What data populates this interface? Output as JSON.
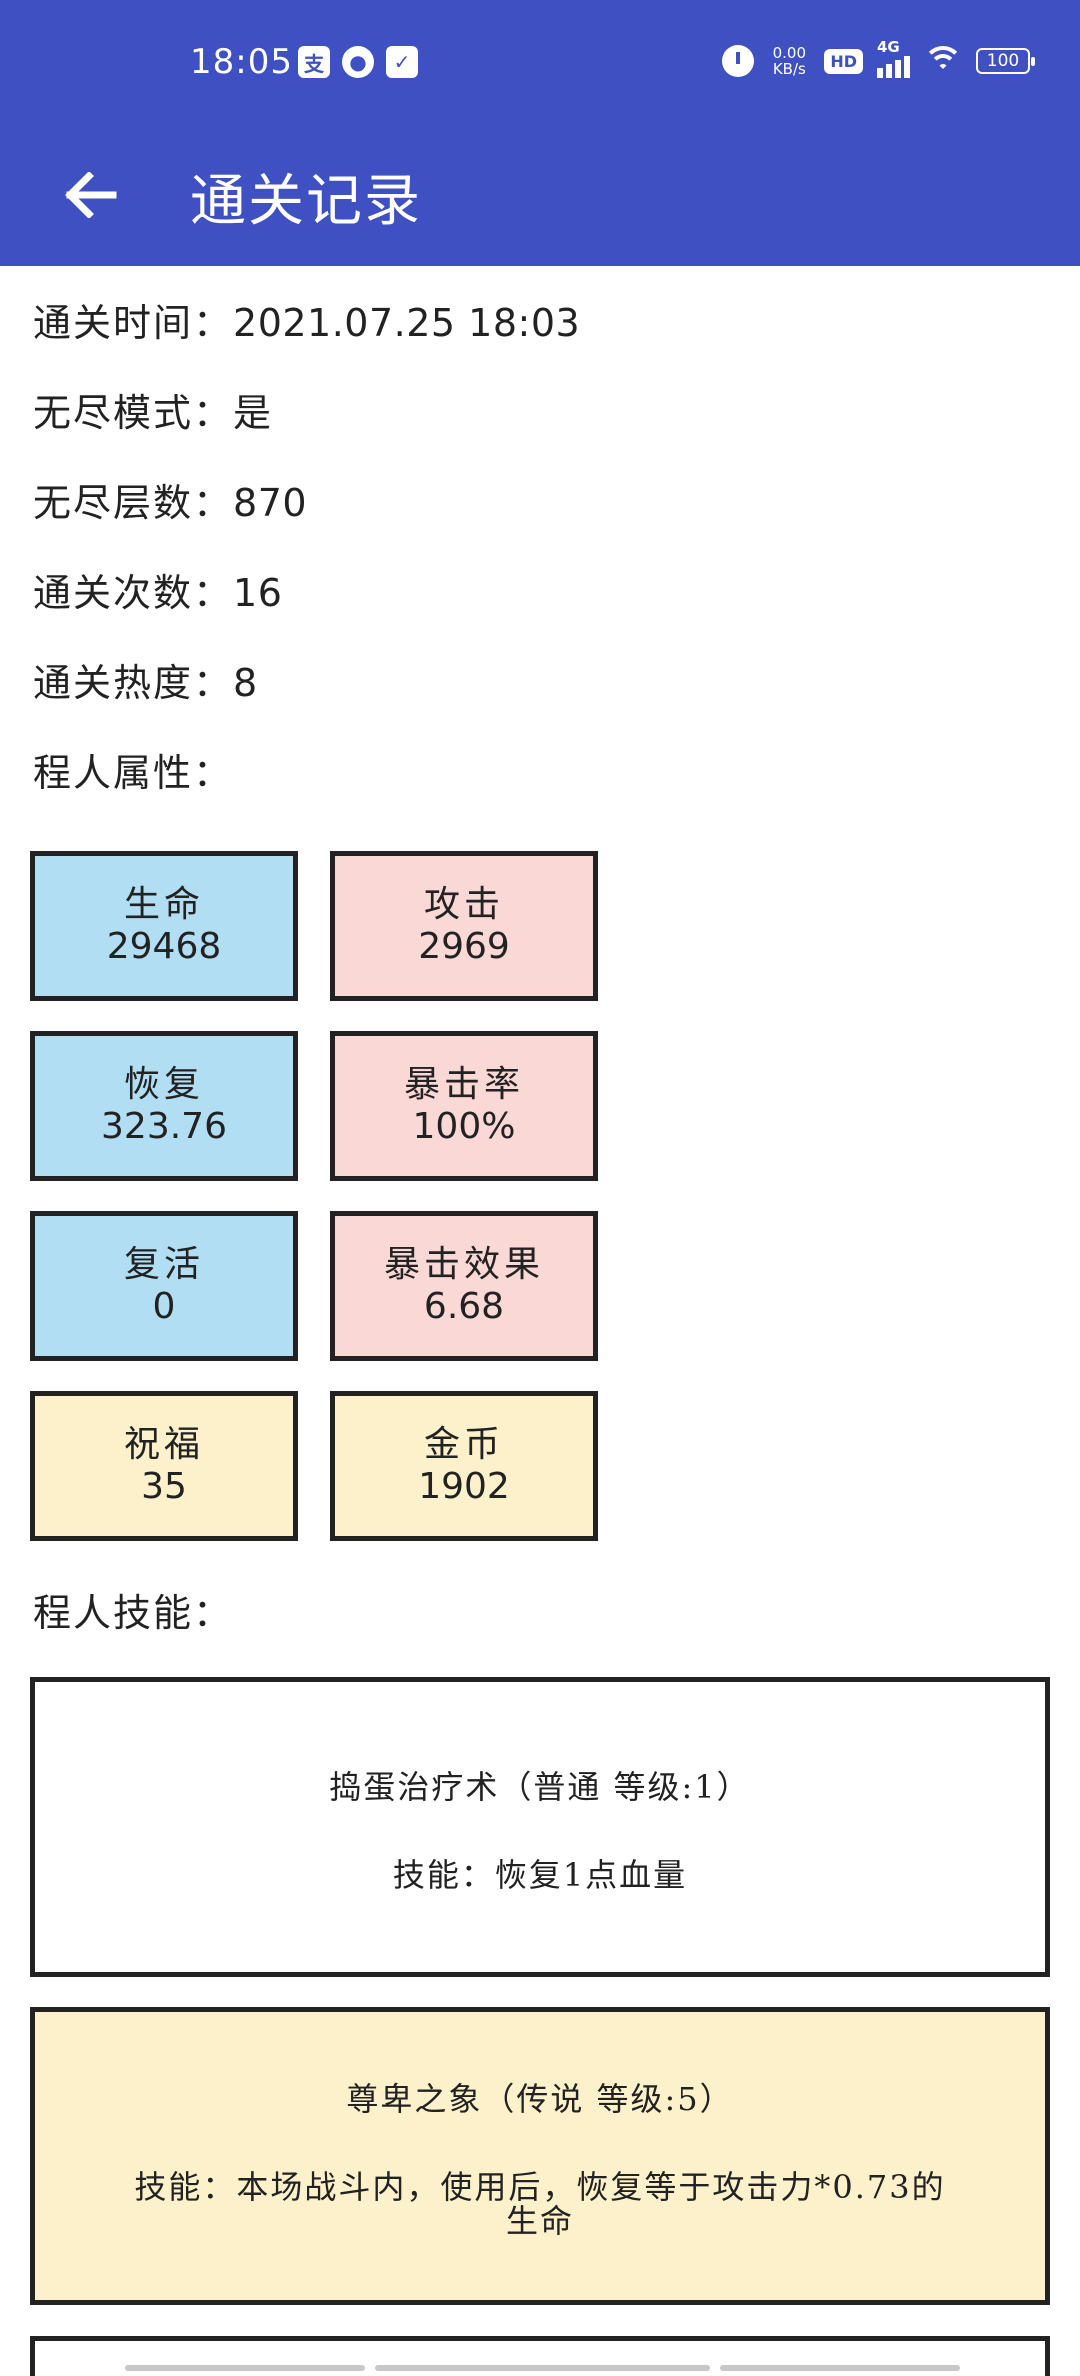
{
  "status_bar": {
    "time": "18:05",
    "net_speed_value": "0.00",
    "net_speed_unit": "KB/s",
    "hd_label": "HD",
    "network_label": "4G",
    "battery_level": "100",
    "icons": [
      "alipay-icon",
      "wechat-icon",
      "task-icon",
      "alarm-icon",
      "hd-icon",
      "signal-icon",
      "wifi-icon",
      "battery-icon"
    ]
  },
  "app_bar": {
    "title": "通关记录",
    "back_icon": "arrow-left-icon"
  },
  "info": {
    "time_label": "通关时间：",
    "time_value": "2021.07.25 18:03",
    "endless_label": "无尽模式：",
    "endless_value": "是",
    "layers_label": "无尽层数：",
    "layers_value": "870",
    "count_label": "通关次数：",
    "count_value": "16",
    "heat_label": "通关热度：",
    "heat_value": "8",
    "attributes_heading": "程人属性：",
    "skills_heading": "程人技能："
  },
  "stats": [
    {
      "label": "生命",
      "value": "29468",
      "color": "#b1def3"
    },
    {
      "label": "攻击",
      "value": "2969",
      "color": "#f9d8d6"
    },
    {
      "label": "恢复",
      "value": "323.76",
      "color": "#b1def3"
    },
    {
      "label": "暴击率",
      "value": "100%",
      "color": "#f9d8d6"
    },
    {
      "label": "复活",
      "value": "0",
      "color": "#b1def3"
    },
    {
      "label": "暴击效果",
      "value": "6.68",
      "color": "#f9d8d6"
    },
    {
      "label": "祝福",
      "value": "35",
      "color": "#fdf1cc"
    },
    {
      "label": "金币",
      "value": "1902",
      "color": "#fdf1cc"
    }
  ],
  "skills": [
    {
      "name": "捣蛋治疗术（普通 等级:1）",
      "desc": "技能：恢复1点血量",
      "color": "#ffffff"
    },
    {
      "name": "尊卑之象（传说 等级:5）",
      "desc": "技能：本场战斗内，使用后，恢复等于攻击力*0.73的生命",
      "color": "#fdf1cc"
    }
  ]
}
